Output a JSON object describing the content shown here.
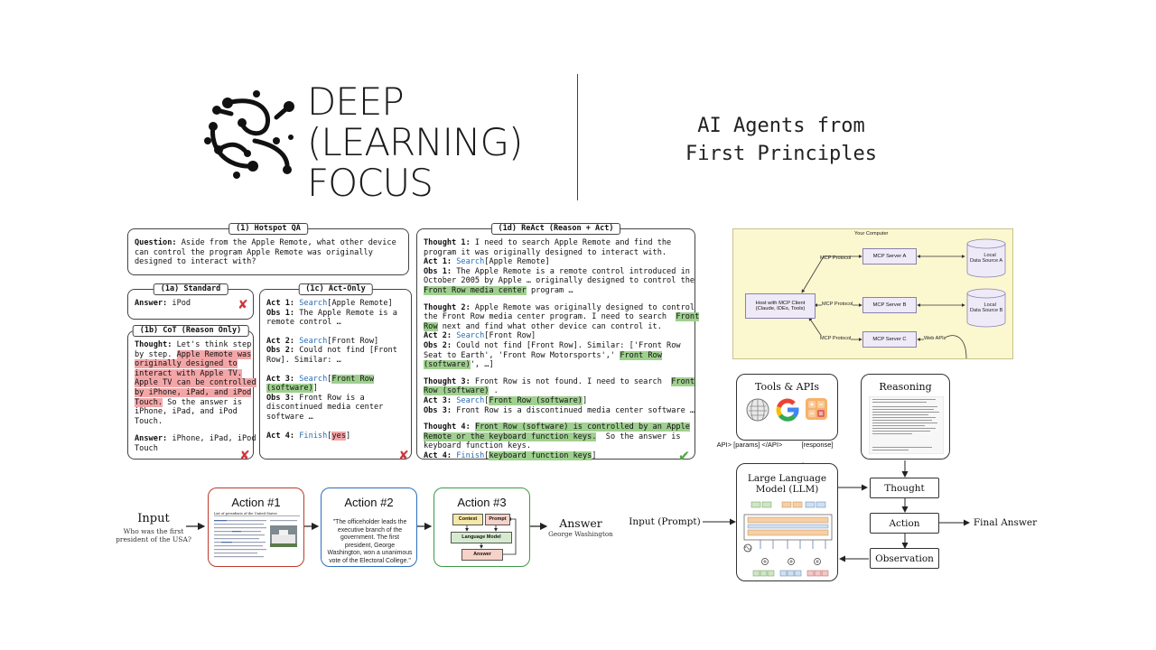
{
  "logo": {
    "line1": "DEEP",
    "line2": "(LEARNING)",
    "line3": "FOCUS"
  },
  "subtitle": {
    "line1": "AI Agents from",
    "line2": "First Principles"
  },
  "react": {
    "hotpot": {
      "title": "(1) Hotspot QA",
      "label": "Question:",
      "l1": " Aside from the Apple Remote, what other device",
      "l2": "can control the program Apple Remote was originally",
      "l3": "designed to interact with?"
    },
    "standard": {
      "title": "(1a) Standard",
      "label": "Answer:",
      "value": " iPod"
    },
    "cot": {
      "title": "(1b) CoT (Reason Only)",
      "label": "Thought:",
      "l1a": " Let's think step",
      "l2a": "by step. ",
      "l2b": "Apple Remote was",
      "l3": "originally designed to",
      "l4": "interact with Apple TV.",
      "l5": "Apple TV can be controlled",
      "l6": "by iPhone, iPad, and iPod",
      "l7": "Touch.",
      "l7b": " So the answer is",
      "l8": "iPhone, iPad, and iPod",
      "l9": "Touch.",
      "alabel": "Answer:",
      "a1": " iPhone, iPad, iPod",
      "a2": "Touch"
    },
    "actonly": {
      "title": "(1c) Act-Only",
      "act1": "Act 1:",
      "search": "Search",
      "a1arg": "[Apple Remote]",
      "obs1": "Obs 1:",
      "o1a": " The Apple Remote is a",
      "o1b": "remote control …",
      "act2": "Act 2:",
      "a2arg": "[Front Row]",
      "obs2": "Obs 2:",
      "o2a": " Could not find [Front",
      "o2b": "Row]. Similar: …",
      "act3": "Act 3:",
      "a3open": "[",
      "a3arg": "Front Row",
      "a3arg2": "(software)",
      "a3close": "]",
      "obs3": "Obs 3:",
      "o3a": " Front Row is a",
      "o3b": "discontinued media center",
      "o3c": "software …",
      "act4": "Act 4:",
      "finish": "Finish",
      "a4open": "[",
      "a4arg": "yes",
      "a4close": "]"
    },
    "reactp": {
      "title": "(1d) ReAct (Reason + Act)",
      "t1": "Thought 1:",
      "t1a": " I need to search Apple Remote and find the",
      "t1b": "program it was originally designed to interact with.",
      "act1": "Act 1:",
      "search": "Search",
      "a1arg": "[Apple Remote]",
      "obs1": "Obs 1:",
      "o1a": " The Apple Remote is a remote control introduced in",
      "o1b": "October 2005 by Apple … originally designed to control the",
      "o1c": "Front Row media center",
      "o1d": " program …",
      "t2": "Thought 2:",
      "t2a": " Apple Remote was originally designed to control",
      "t2b": "the Front Row media center program. I need to search  ",
      "t2c": "Front",
      "t2d": "Row",
      "t2e": " next and find what other device can control it.",
      "act2": "Act 2:",
      "a2arg": "[Front Row]",
      "obs2": "Obs 2:",
      "o2a": " Could not find [Front Row]. Similar: ['Front Row",
      "o2b": "Seat to Earth', 'Front Row Motorsports',' ",
      "o2c": "Front Row",
      "o2d": "(software)",
      "o2e": "', …]",
      "t3": "Thought 3:",
      "t3a": " Front Row is not found. I need to search  ",
      "t3b": "Front",
      "t3c": "Row (software)",
      "t3d": " .",
      "act3": "Act 3:",
      "a3open": "[",
      "a3arg": "Front Row (software)",
      "a3close": "]",
      "obs3": "Obs 3:",
      "o3a": " Front Row is a discontinued media center software …",
      "t4": "Thought 4:",
      "t4a": " ",
      "t4b": "Front Row (software) is controlled by an Apple",
      "t4c": "Remote or the keyboard function keys.",
      "t4d": "  So the answer is",
      "t4e": "keyboard function keys.",
      "act4": "Act 4:",
      "finish": "Finish",
      "a4open": "[",
      "a4arg": "keyboard function keys",
      "a4close": "]"
    }
  },
  "mcp": {
    "title": "Your Computer",
    "host": {
      "line1": "Host with MCP Client",
      "line2": "(Claude, IDEs, Tools)"
    },
    "servers": [
      "MCP Server A",
      "MCP Server B",
      "MCP Server C"
    ],
    "protocol": "MCP Protocol",
    "sources": [
      {
        "l1": "Local",
        "l2": "Data Source A"
      },
      {
        "l1": "Local",
        "l2": "Data Source B"
      }
    ],
    "web": "Web APIs"
  },
  "flow": {
    "input": "Input",
    "question": {
      "l1": "Who was the first",
      "l2": "president of the USA?"
    },
    "action1": {
      "title": "Action #1",
      "page_title": "List of presidents of the United States"
    },
    "action2": {
      "title": "Action #2",
      "q1": "\"The officeholder leads the",
      "q2": "executive branch of the",
      "q3": "government. The first",
      "q4": "president, George",
      "q5": "Washington, won a unanimous",
      "q6": "vote of the Electoral College.\""
    },
    "action3": {
      "title": "Action #3",
      "context": "Context",
      "prompt": "Prompt",
      "lm": "Language Model",
      "answer": "Answer"
    },
    "answer": "Answer",
    "answer_value": "George Washington"
  },
  "agent": {
    "tools_title": "Tools & APIs",
    "reasoning_title": "Reasoning",
    "api_call": "API> [params] </API>",
    "response": "[response]",
    "llm": {
      "l1": "Large Language",
      "l2": "Model (LLM)"
    },
    "input_prompt": "Input (Prompt)",
    "thought": "Thought",
    "action": "Action",
    "observation": "Observation",
    "final_answer": "Final Answer",
    "colors": {
      "green_cell": "#cfe6c4",
      "orange_cell": "#f6cfa6",
      "blue_cell": "#cfe0f3",
      "red_cell": "#f3c8c6"
    }
  }
}
